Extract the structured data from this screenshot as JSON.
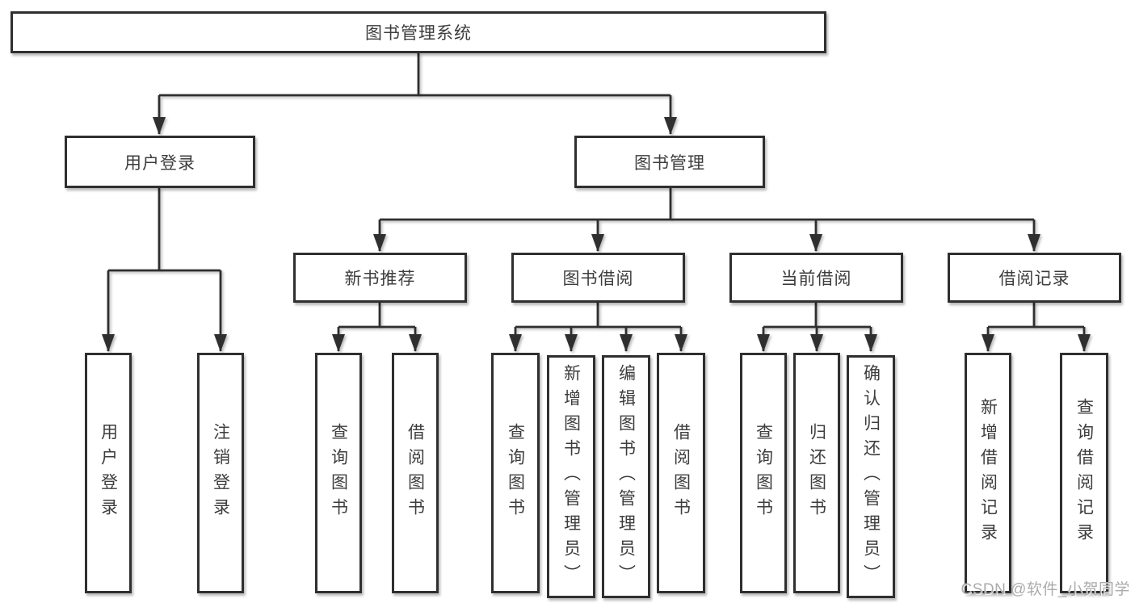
{
  "tree": {
    "root": {
      "label": "图书管理系统"
    },
    "branches": [
      {
        "label": "用户登录",
        "leaves": [
          "用户登录",
          "注销登录"
        ]
      },
      {
        "label": "图书管理",
        "groups": [
          {
            "label": "新书推荐",
            "leaves": [
              "查询图书",
              "借阅图书"
            ]
          },
          {
            "label": "图书借阅",
            "leaves": [
              "查询图书",
              "新增图书（管理员）",
              "编辑图书（管理员）",
              "借阅图书"
            ]
          },
          {
            "label": "当前借阅",
            "leaves": [
              "查询图书",
              "归还图书",
              "确认归还（管理员）"
            ]
          },
          {
            "label": "借阅记录",
            "leaves": [
              "新增借阅记录",
              "查询借阅记录"
            ]
          }
        ]
      }
    ]
  },
  "watermark": {
    "text": "CSDN @软件_小贺同学"
  },
  "colors": {
    "line": "#2f2f2f",
    "box_border": "#2f2f2f",
    "text": "#3d3d3d",
    "watermark": "#ababab",
    "background": "#ffffff"
  }
}
